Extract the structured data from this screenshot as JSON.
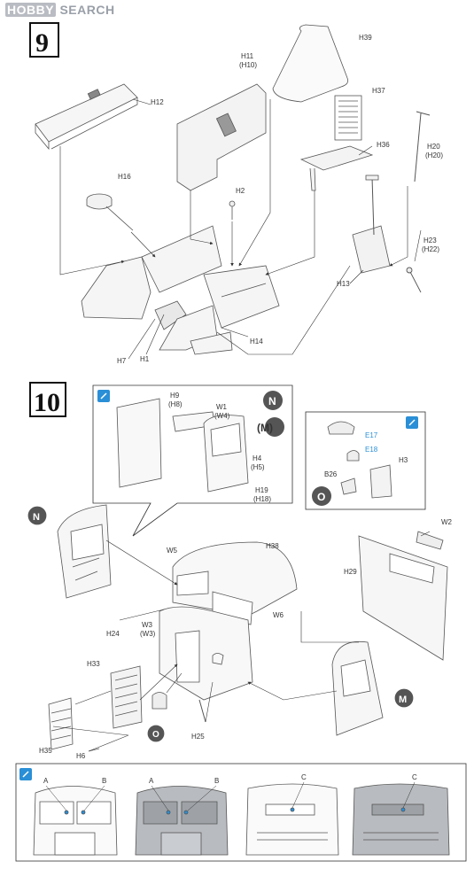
{
  "watermark": {
    "brand": "HOBBY",
    "sub": "SEARCH"
  },
  "step9": {
    "number": "9",
    "labels": {
      "h39": "H39",
      "h11": "H11",
      "h10": "(H10)",
      "h12": "H12",
      "h37": "H37",
      "h36": "H36",
      "h20": "H20",
      "h20b": "(H20)",
      "h16": "H16",
      "h2": "H2",
      "h23": "H23",
      "h22": "(H22)",
      "h13": "H13",
      "h14": "H14",
      "h7": "H7",
      "h1": "H1"
    }
  },
  "step10": {
    "number": "10",
    "labels": {
      "h9": "H9",
      "h8": "(H8)",
      "w1": "W1",
      "w4": "(W4)",
      "h4": "H4",
      "h5": "(H5)",
      "h19": "H19",
      "h18": "(H18)",
      "n": "N",
      "m": "M",
      "m_paren": "(M)",
      "e17": "E17",
      "e18": "E18",
      "b26": "B26",
      "h3": "H3",
      "o": "O",
      "w2": "W2",
      "h38": "H38",
      "w5": "W5",
      "h29": "H29",
      "w6": "W6",
      "h24": "H24",
      "w3": "W3",
      "w3b": "(W3)",
      "h33": "H33",
      "h35": "H35",
      "h6": "H6",
      "h25": "H25"
    }
  },
  "bottom": {
    "labels": {
      "a1": "A",
      "b1": "B",
      "a2": "A",
      "b2": "B",
      "c1": "C",
      "c2": "C"
    }
  }
}
